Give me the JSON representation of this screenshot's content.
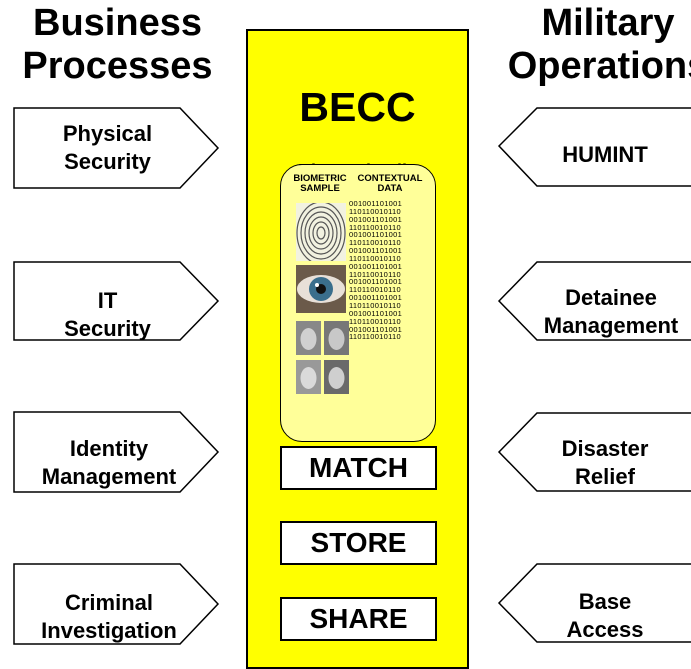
{
  "left_column": {
    "heading": "Business\nProcesses",
    "items": [
      {
        "line1": "Physical",
        "line2": "Security"
      },
      {
        "line1": "IT",
        "line2": "Security"
      },
      {
        "line1": "Identity",
        "line2": "Management"
      },
      {
        "line1": "Criminal",
        "line2": "Investigation"
      }
    ]
  },
  "right_column": {
    "heading": "Military\nOperations",
    "items": [
      {
        "line1": "HUMINT",
        "line2": ""
      },
      {
        "line1": "Detainee",
        "line2": "Management"
      },
      {
        "line1": "Disaster",
        "line2": "Relief"
      },
      {
        "line1": "Base",
        "line2": "Access"
      }
    ]
  },
  "center": {
    "title": "BECC",
    "file_title": "Biometric File",
    "col_sample": "BIOMETRIC\nSAMPLE",
    "col_context": "CONTEXTUAL\nDATA",
    "binary_lines": [
      "001001101001",
      "110110010110",
      "001001101001",
      "110110010110",
      "001001101001",
      "110110010110",
      "001001101001",
      "110110010110",
      "001001101001",
      "110110010110",
      "001001101001",
      "110110010110",
      "001001101001",
      "110110010110",
      "001001101001",
      "110110010110",
      "001001101001",
      "110110010110"
    ],
    "actions": [
      "MATCH",
      "STORE",
      "SHARE"
    ]
  },
  "colors": {
    "panel": "#ffff00",
    "card": "#ffff99",
    "outline": "#000000"
  }
}
